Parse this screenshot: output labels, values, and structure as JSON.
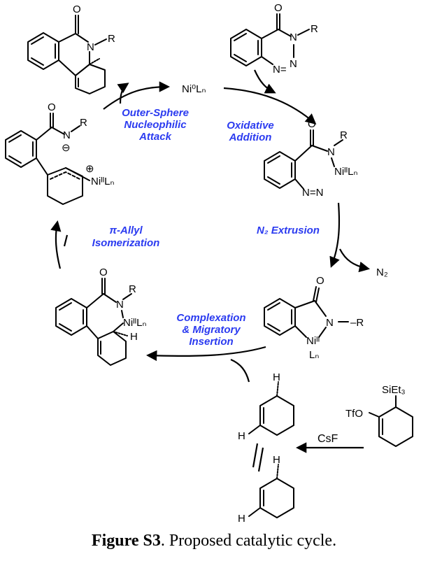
{
  "caption": {
    "label": "Figure S3",
    "text": ". Proposed catalytic cycle."
  },
  "steps": {
    "outer_sphere_1": "Outer-Sphere",
    "outer_sphere_2": "Nucleophilic",
    "outer_sphere_3": "Attack",
    "oxidative_1": "Oxidative",
    "oxidative_2": "Addition",
    "n2_extrusion": "N₂ Extrusion",
    "complexation_1": "Complexation",
    "complexation_2": "& Migratory",
    "complexation_3": "Insertion",
    "isomerization_1": "π-Allyl",
    "isomerization_2": "Isomerization"
  },
  "species": {
    "catalyst": "Ni⁰Lₙ",
    "n2": "N₂",
    "csf": "CsF",
    "tfo": "TfO",
    "siet3": "SiEt₃",
    "niiil": "NiᴵᴵLₙ",
    "nii": "Niᴵᴵ",
    "ln": "Lₙ",
    "plus": "⊕",
    "minus": "⊖"
  },
  "colors": {
    "step_text": "#2b3bf0",
    "ink": "#000000"
  }
}
